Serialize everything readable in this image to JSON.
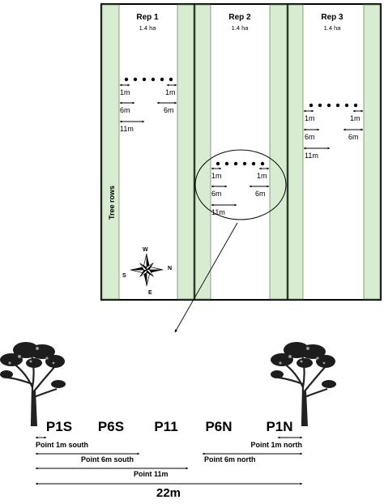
{
  "reps": [
    {
      "title": "Rep 1",
      "area": "1.4 ha"
    },
    {
      "title": "Rep 2",
      "area": "1.4 ha"
    },
    {
      "title": "Rep 3",
      "area": "1.4 ha"
    }
  ],
  "tree_rows_label": "Tree rows",
  "distance_labels": {
    "d1": "1m",
    "d6": "6m",
    "d11": "11m"
  },
  "compass": {
    "north": "N",
    "south": "S",
    "east": "E",
    "west": "W"
  },
  "points": [
    "P1S",
    "P6S",
    "P11",
    "P6N",
    "P1N"
  ],
  "measure_labels": {
    "p1s": "Point 1m south",
    "p1n": "Point 1m north",
    "p6s": "Point 6m south",
    "p6n": "Point 6m north",
    "p11": "Point 11m",
    "total": "22m"
  },
  "colors": {
    "tree_row": "#d8ecd1",
    "outline": "#000000",
    "dots": "#000000"
  },
  "icons": [
    "compass-icon",
    "tree-icon"
  ]
}
